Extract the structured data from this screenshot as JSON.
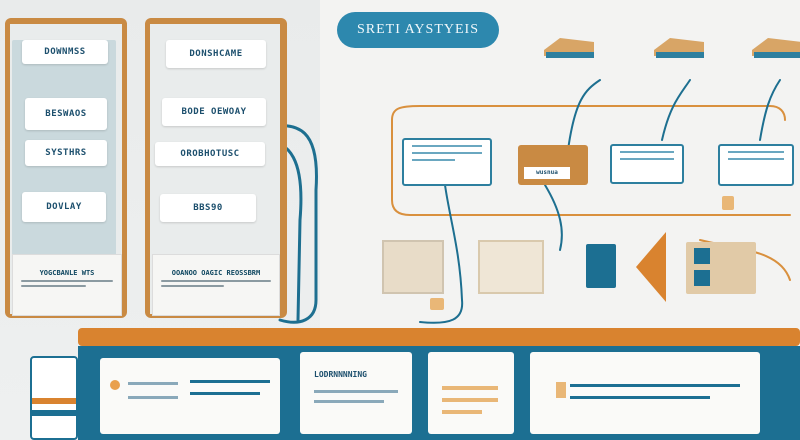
{
  "title": "SRETI AYSTYEIS",
  "left_shelf": {
    "cards": [
      "DOWNMSS",
      "BESWAOS",
      "SYSTHRS",
      "DOVLAY"
    ],
    "note": "YOGCBANLE WTS"
  },
  "right_shelf": {
    "cards": [
      "DONSHCAME",
      "BODE OEWOAY",
      "OROBHOTUSC",
      "BBS90"
    ],
    "note": "OOANOO OAGIC REOSSBRM"
  },
  "node_labels": {
    "center_tag": "wusnua"
  },
  "bottom": {
    "panel_label": "LODRNNNNING"
  },
  "colors": {
    "accent_blue": "#2d88ae",
    "dark_blue": "#1c6f92",
    "orange": "#d9832f",
    "tan": "#c98a43",
    "background": "#f3f3f2"
  }
}
